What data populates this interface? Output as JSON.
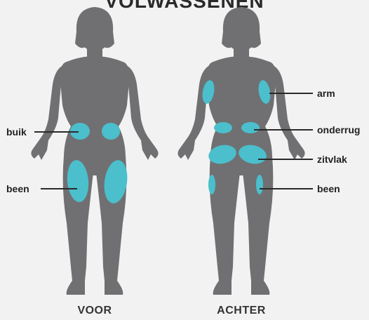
{
  "title": "VOLWASSENEN",
  "views": {
    "front": "VOOR",
    "back": "ACHTER"
  },
  "labels": {
    "front_abdomen": "buik",
    "front_leg": "been",
    "back_arm": "arm",
    "back_lower_back": "onderrug",
    "back_buttocks": "zitvlak",
    "back_leg": "been"
  },
  "colors": {
    "body": "#707072",
    "injection_site": "#4bbfcc",
    "background": "#f2f2f2",
    "text": "#222222"
  }
}
